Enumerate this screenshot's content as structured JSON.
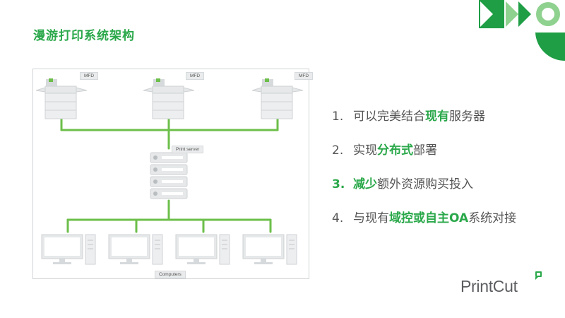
{
  "slide": {
    "title": "漫游打印系统架构"
  },
  "diagram": {
    "mfd_label": "MFD",
    "server_label": "Print server",
    "computers_label": "Computers"
  },
  "points": [
    {
      "num": "1.",
      "pre": "可以完美结合",
      "hl": "现有",
      "post": "服务器"
    },
    {
      "num": "2.",
      "pre": "实现",
      "hl": "分布式",
      "post": "部署"
    },
    {
      "num": "3.",
      "pre": "",
      "hl": "减少",
      "post": "额外资源购买投入"
    },
    {
      "num": "4.",
      "pre": "与现有",
      "hl": "域控或自主OA",
      "post": "系统对接"
    }
  ],
  "brand": {
    "name": "PrintCut"
  },
  "colors": {
    "accent": "#2aa84a",
    "deco_dark": "#1f9e45",
    "deco_light": "#8fd18e",
    "line": "#6cbf4a"
  }
}
